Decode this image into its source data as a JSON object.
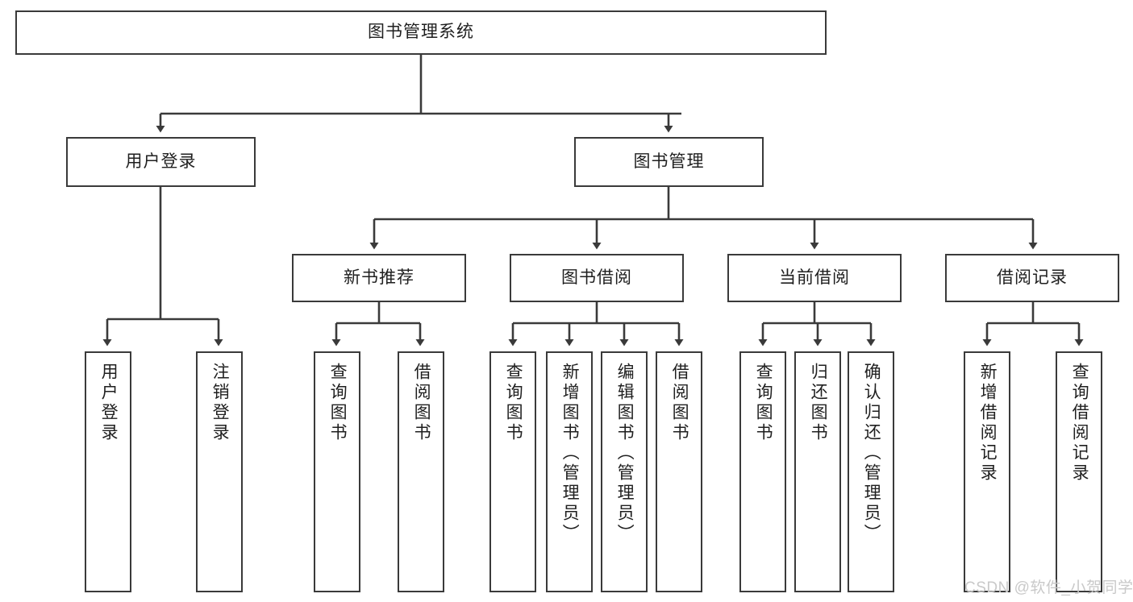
{
  "diagram": {
    "title": "图书管理系统",
    "type": "tree-hierarchy-diagram",
    "orientation": "top-down",
    "background_color": "#ffffff",
    "box_border_color": "#3a3a3a",
    "connector_color": "#3a3a3a",
    "text_color": "#1f1f1f",
    "levels": 4
  },
  "nodes": {
    "root": {
      "label": "图书管理系统"
    },
    "level2": [
      {
        "label": "用户登录"
      },
      {
        "label": "图书管理"
      }
    ],
    "level3": [
      {
        "label": "新书推荐"
      },
      {
        "label": "图书借阅"
      },
      {
        "label": "当前借阅"
      },
      {
        "label": "借阅记录"
      }
    ],
    "leaves_user_login": [
      {
        "label": "用户登录"
      },
      {
        "label": "注销登录"
      }
    ],
    "leaves_new_book": [
      {
        "label": "查询图书"
      },
      {
        "label": "借阅图书"
      }
    ],
    "leaves_borrow_book": [
      {
        "label": "查询图书"
      },
      {
        "label": "新增图书（管理员）"
      },
      {
        "label": "编辑图书（管理员）"
      },
      {
        "label": "借阅图书"
      }
    ],
    "leaves_current_borrow": [
      {
        "label": "查询图书"
      },
      {
        "label": "归还图书"
      },
      {
        "label": "确认归还（管理员）"
      }
    ],
    "leaves_borrow_record": [
      {
        "label": "新增借阅记录"
      },
      {
        "label": "查询借阅记录"
      }
    ]
  },
  "watermark": {
    "text": "CSDN @软件_小贺同学"
  }
}
